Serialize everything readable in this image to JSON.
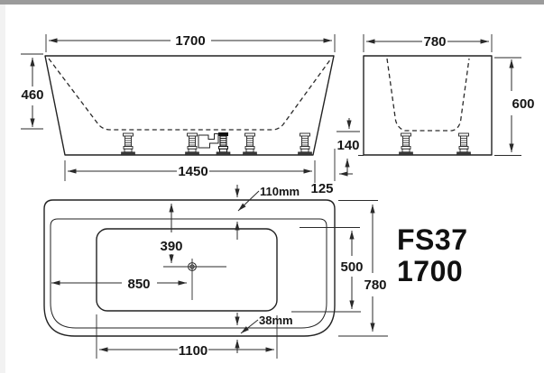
{
  "title": {
    "model": "FS37",
    "size": "1700"
  },
  "dims": {
    "front_overall_width": "1700",
    "front_shell_height": "460",
    "front_base_width": "1450",
    "front_base_inset": "125",
    "foot_section_height": "140",
    "side_overall_width": "780",
    "side_overall_height": "600",
    "plan_drain_from_top": "390",
    "plan_drain_from_left": "850",
    "plan_rim_top": "110mm",
    "plan_rim_bottom": "38mm",
    "plan_basin_length": "1100",
    "plan_basin_width": "500",
    "plan_overall_width": "780"
  },
  "colors": {
    "line": "#222222",
    "dim": "#2a2a2a",
    "text": "#161616",
    "top_bar": "#9b9b9b"
  }
}
